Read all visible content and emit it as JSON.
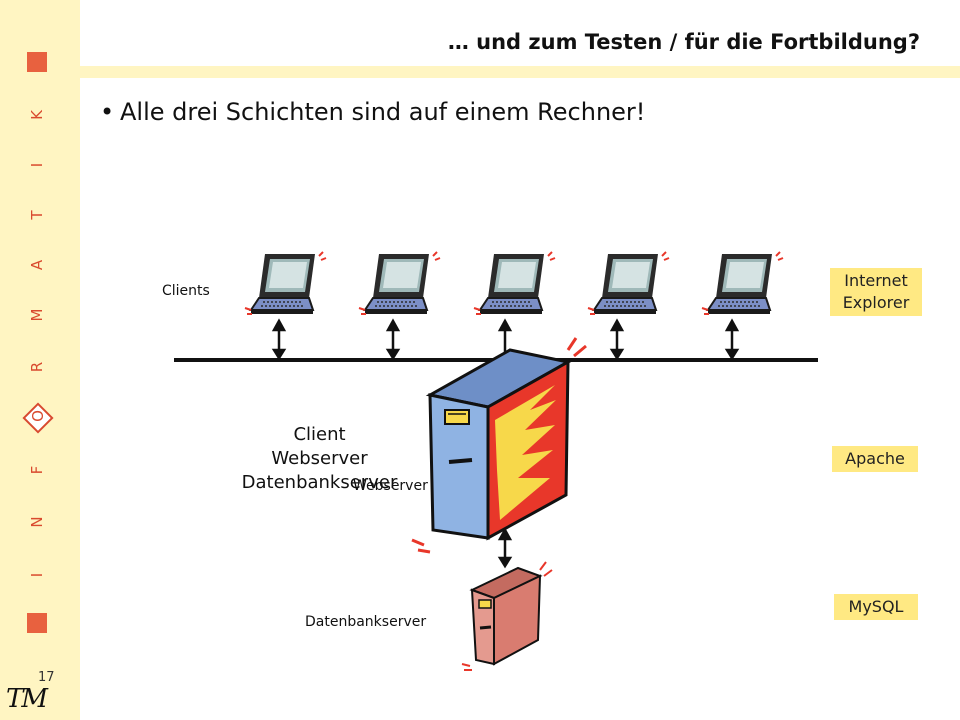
{
  "sidebar": {
    "letters": [
      "K",
      "I",
      "T",
      "A",
      "M",
      "R",
      "O",
      "F",
      "N",
      "I"
    ],
    "page_number": "17",
    "logo_text": "TM"
  },
  "title": "… und zum Testen / für die Fortbildung?",
  "bullet": "Alle drei Schichten sind auf einem Rechner!",
  "diagram": {
    "clients_label": "Clients",
    "client_stack": [
      "Client",
      "Webserver",
      "Datenbankserver"
    ],
    "webserver_label": "Webserver",
    "db_label": "Datenbankserver",
    "software": {
      "browser_line1": "Internet",
      "browser_line2": "Explorer",
      "webserver": "Apache",
      "database": "MySQL"
    }
  },
  "colors": {
    "sidebar_bg": "#FFF5C2",
    "accent_red": "#E8613F",
    "box_yellow": "#FFE983",
    "server_blue": "#8FB3E3",
    "db_pink": "#E49A8F"
  }
}
